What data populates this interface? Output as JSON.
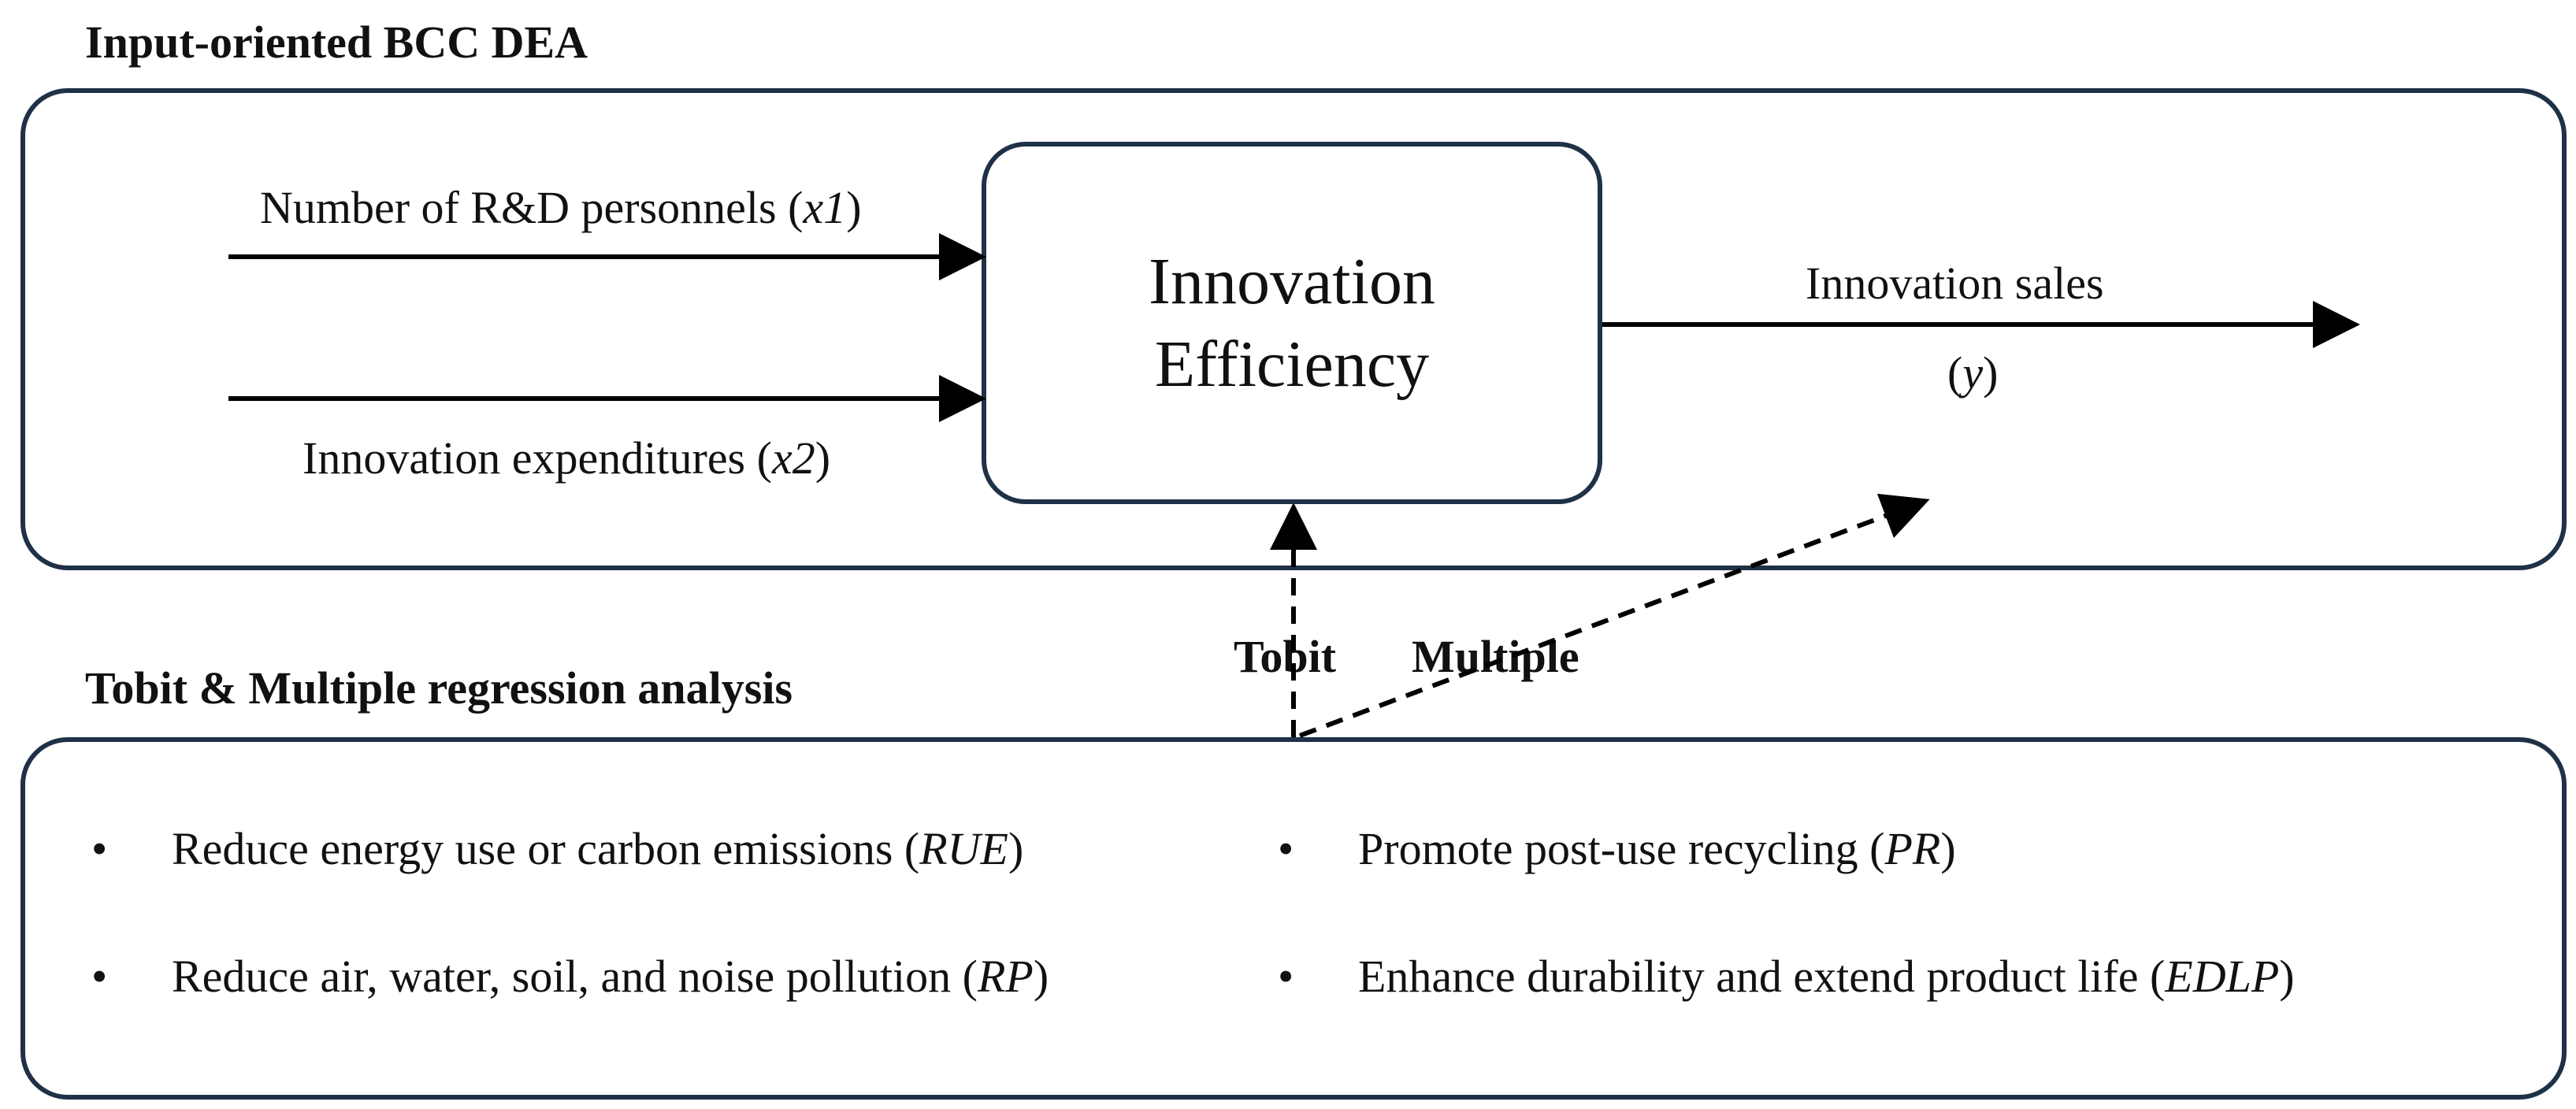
{
  "dea_section": {
    "title": "Input-oriented BCC DEA",
    "inputs": [
      {
        "text": "Number of R&D personnels (",
        "var": "x1",
        "close": ")"
      },
      {
        "text": "Innovation expenditures (",
        "var": "x2",
        "close": ")"
      }
    ],
    "center_node": {
      "line1": "Innovation",
      "line2": "Efficiency"
    },
    "output": {
      "line1": "Innovation sales",
      "open": "(",
      "var": "y",
      "close": ")"
    }
  },
  "links": {
    "tobit": "Tobit",
    "multiple": "Multiple"
  },
  "regression_section": {
    "title": "Tobit & Multiple regression analysis",
    "bullet_symbol": "•",
    "items": [
      {
        "text": "Reduce energy use or carbon emissions (",
        "abbr": "RUE",
        "close": ")"
      },
      {
        "text": "Promote post-use recycling (",
        "abbr": "PR",
        "close": ")"
      },
      {
        "text": "Reduce air, water, soil, and noise pollution (",
        "abbr": "RP",
        "close": ")"
      },
      {
        "text": "Enhance durability and extend product life (",
        "abbr": "EDLP",
        "close": ")"
      }
    ]
  },
  "colors": {
    "border": "#1f3146",
    "arrow": "#000000"
  }
}
